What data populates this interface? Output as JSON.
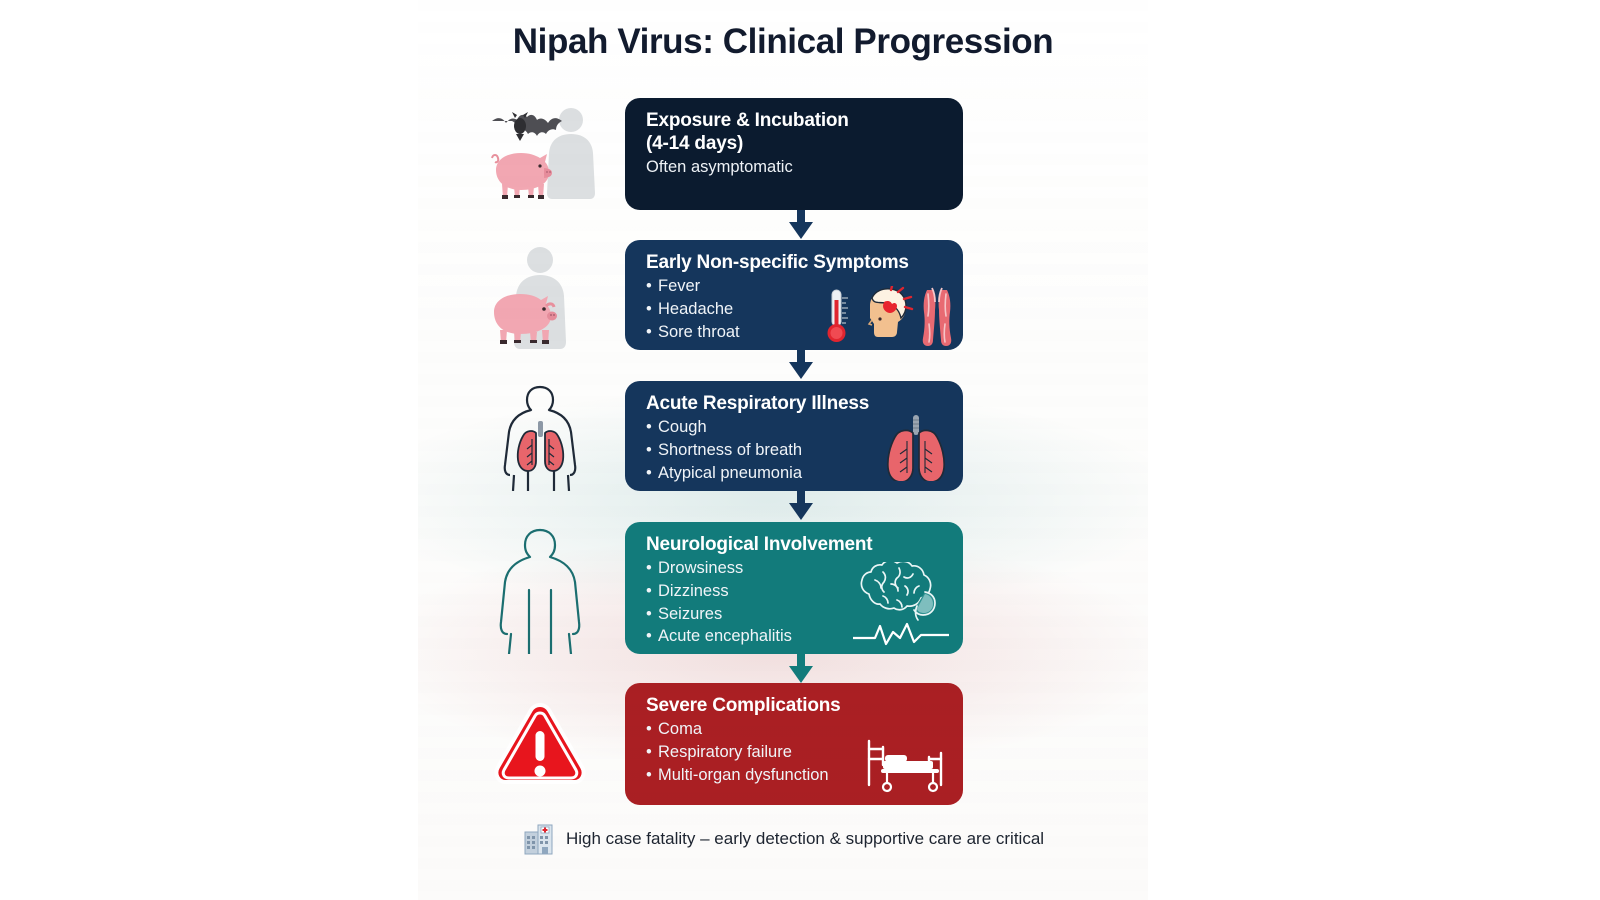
{
  "title": "Nipah Virus: Clinical Progression",
  "colors": {
    "stage1_bg": "#0b1b2f",
    "stage2_bg": "#15365c",
    "stage3_bg": "#15365c",
    "stage4_bg": "#127b7b",
    "stage5_bg": "#aa1f23",
    "arrow_navy": "#15365c",
    "arrow_teal": "#127b7b",
    "title_color": "#121b2e",
    "pig_pink": "#f2a7b2",
    "bat_gray": "#4a4a4f",
    "human_gray": "#d9dcdf",
    "lung_red": "#e8656b",
    "warning_red": "#e8151d",
    "hospital_blue": "#8fa7bf"
  },
  "stages": [
    {
      "id": "exposure-incubation",
      "heading": "Exposure & Incubation",
      "heading_line2": "(4-14 days)",
      "subtitle": "Often asymptomatic",
      "bullets": [],
      "side_icons": [
        "bat-icon",
        "pig-icon",
        "human-silhouette-icon"
      ],
      "card_icons": []
    },
    {
      "id": "early-symptoms",
      "heading": "Early Non-specific Symptoms",
      "heading_line2": "",
      "subtitle": "",
      "bullets": [
        "Fever",
        "Headache",
        "Sore throat"
      ],
      "side_icons": [
        "human-silhouette-icon",
        "pig-icon"
      ],
      "card_icons": [
        "thermometer-icon",
        "headache-head-icon",
        "muscle-legs-icon"
      ]
    },
    {
      "id": "acute-respiratory-illness",
      "heading": "Acute Respiratory Illness",
      "heading_line2": "",
      "subtitle": "",
      "bullets": [
        "Cough",
        "Shortness of breath",
        "Atypical pneumonia"
      ],
      "side_icons": [
        "torso-outline-with-lungs-icon"
      ],
      "card_icons": [
        "lungs-icon"
      ]
    },
    {
      "id": "neurological-involvement",
      "heading": "Neurological Involvement",
      "heading_line2": "",
      "subtitle": "",
      "bullets": [
        "Drowsiness",
        "Dizziness",
        "Seizures",
        "Acute encephalitis"
      ],
      "side_icons": [
        "torso-outline-icon"
      ],
      "card_icons": [
        "brain-icon",
        "ekg-line-icon"
      ]
    },
    {
      "id": "severe-complications",
      "heading": "Severe Complications",
      "heading_line2": "",
      "subtitle": "",
      "bullets": [
        "Coma",
        "Respiratory failure",
        "Multi-organ dysfunction"
      ],
      "side_icons": [
        "warning-triangle-icon"
      ],
      "card_icons": [
        "hospital-bed-icon"
      ]
    }
  ],
  "footer": {
    "icon": "hospital-icon",
    "text": "High case fatality – early detection & supportive care are critical"
  }
}
